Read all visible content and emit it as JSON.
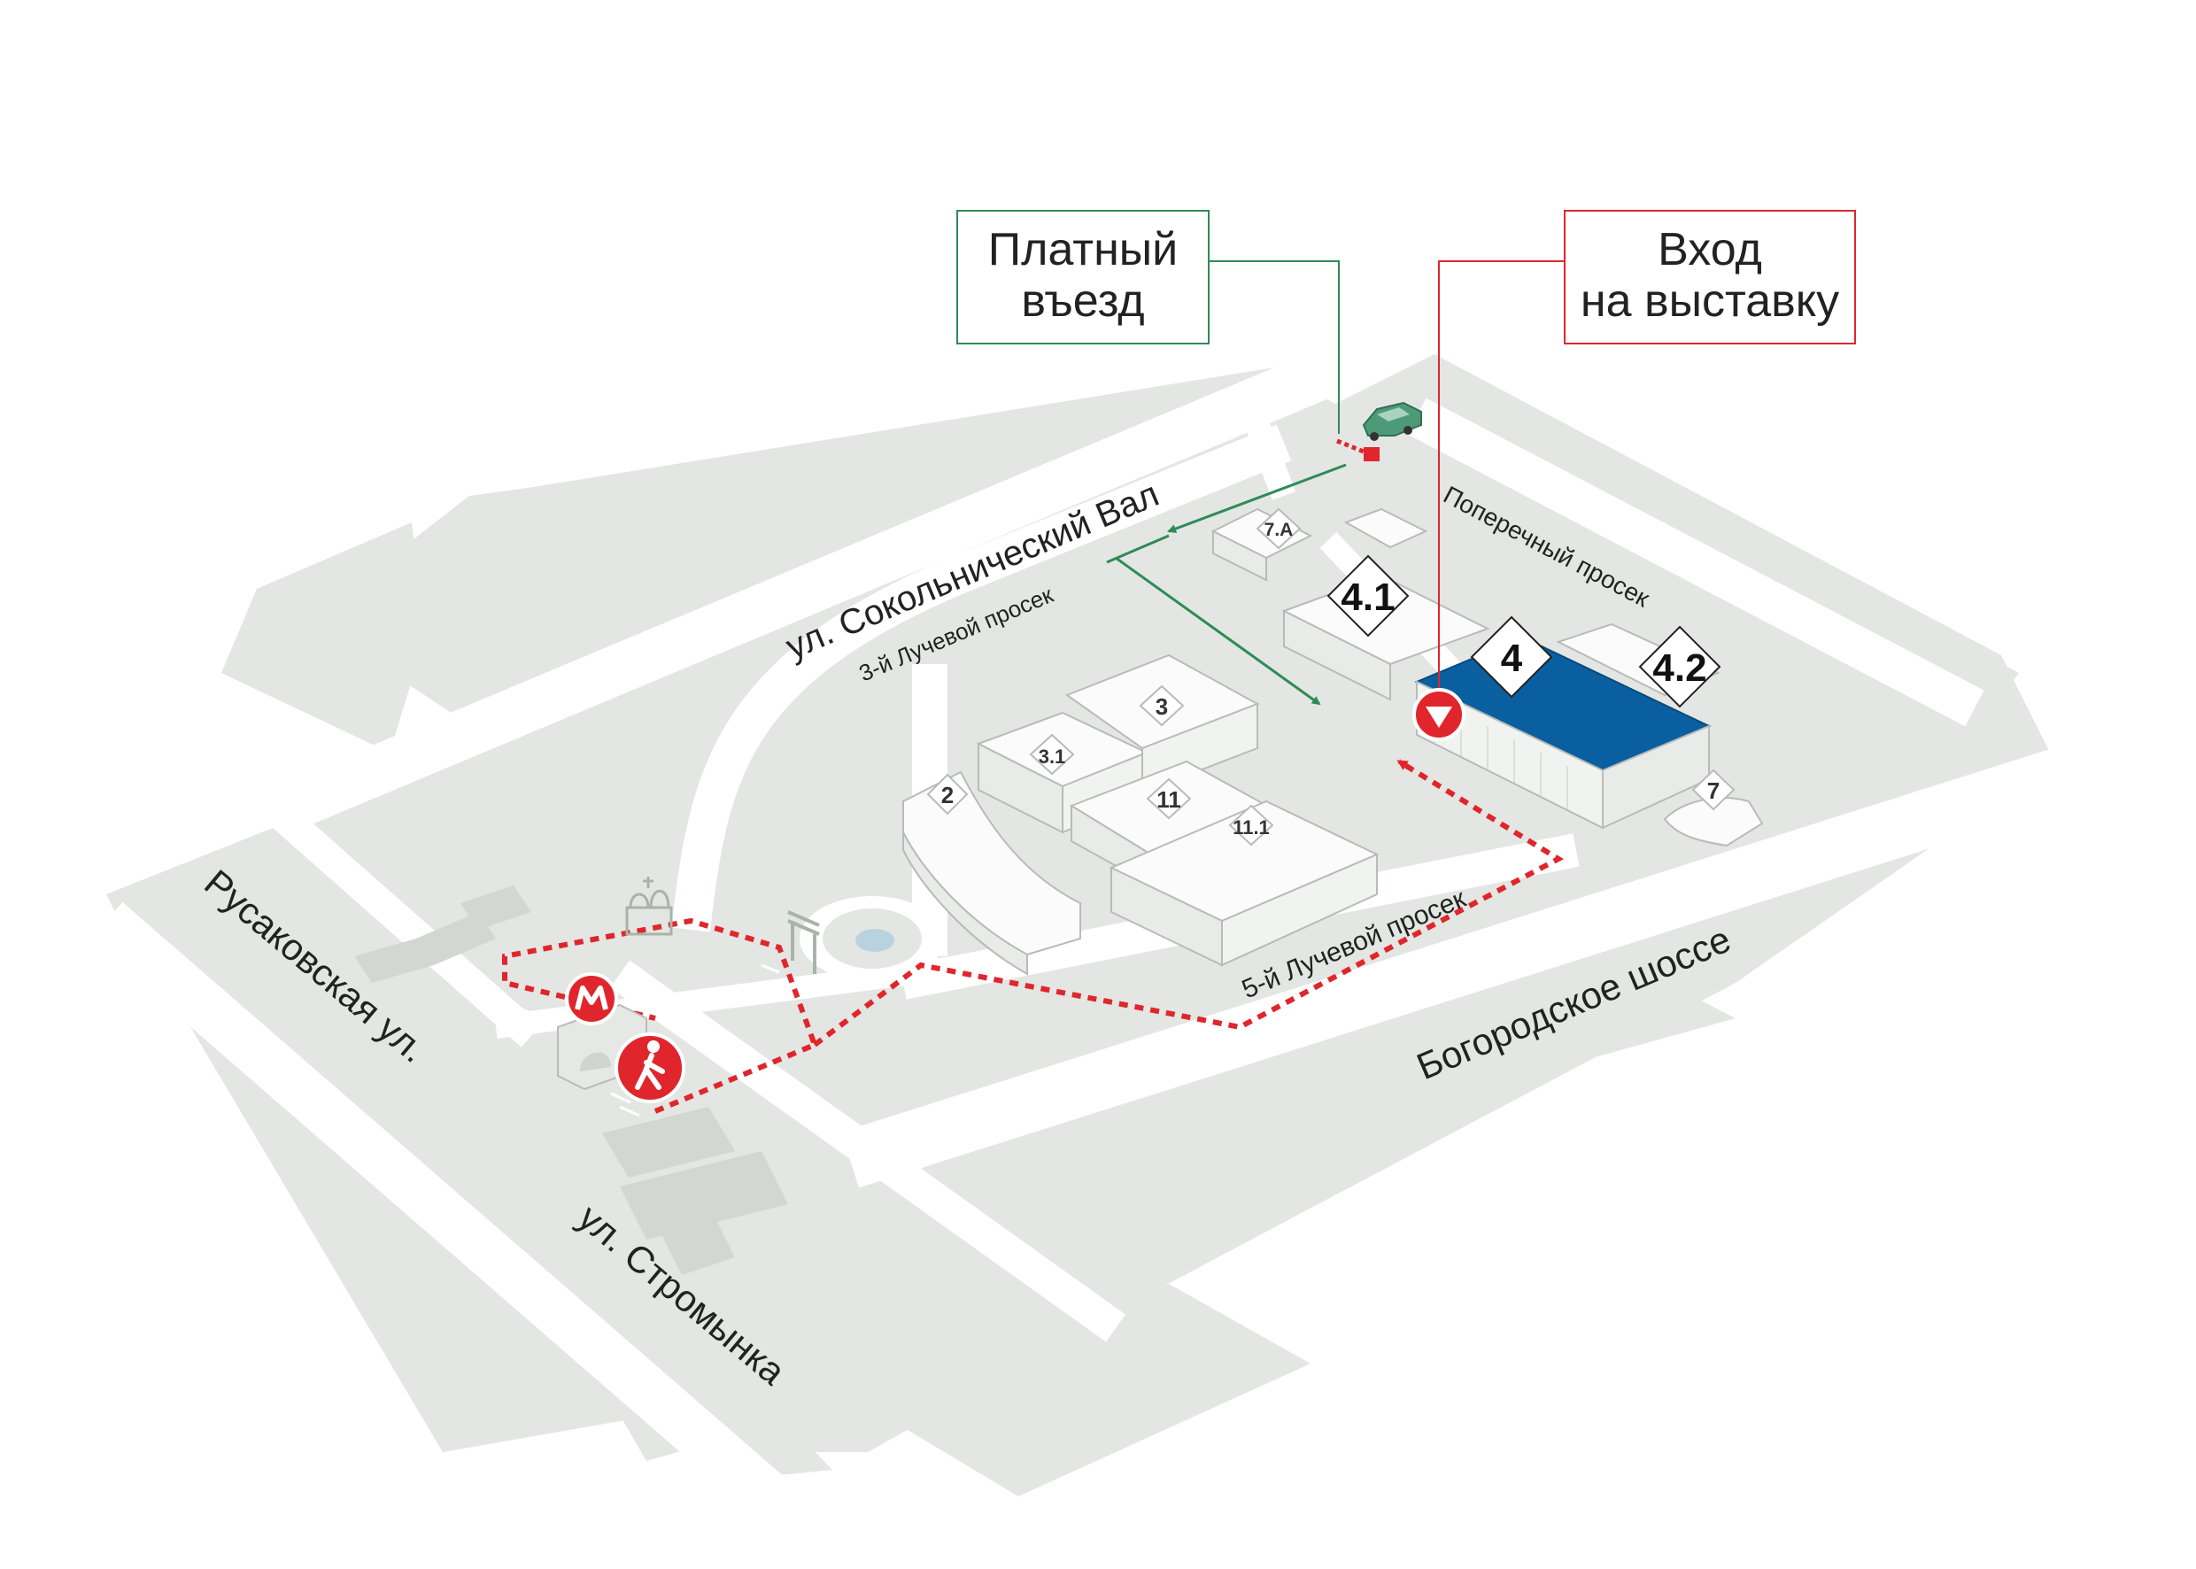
{
  "callouts": {
    "parking": {
      "line1": "Платный",
      "line2": "въезд",
      "color": "#2e8b57"
    },
    "entrance": {
      "line1": "Вход",
      "line2": "на выставку",
      "color": "#e0262c"
    }
  },
  "streets": {
    "sokolnichesky": "ул. Сокольнический Вал",
    "luchevoy3": "3-й Лучевой просек",
    "poperechny": "Поперечный просек",
    "luchevoy5": "5-й Лучевой просек",
    "bogorodskoe": "Богородское шоссе",
    "rusakovskaya": "Русаковская ул.",
    "stromynka": "ул. Стромынка"
  },
  "pavilions": {
    "p2": "2",
    "p3": "3",
    "p31": "3.1",
    "p11": "11",
    "p111": "11.1",
    "p7a": "7.А",
    "p41": "4.1",
    "p4": "4",
    "p42": "4.2",
    "p7": "7"
  },
  "icons": {
    "metro": "metro-icon",
    "pedestrian": "pedestrian-icon",
    "entrance": "entrance-arrow-icon",
    "car": "car-icon",
    "church": "church-icon",
    "arch": "arch-icon",
    "barrier": "barrier-icon"
  },
  "colors": {
    "ground": "#e3e6e3",
    "road": "#ffffff",
    "highlight_pavilion": "#0a5fa0",
    "walking_route": "#e0262c",
    "driving_route": "#2e8b57"
  }
}
